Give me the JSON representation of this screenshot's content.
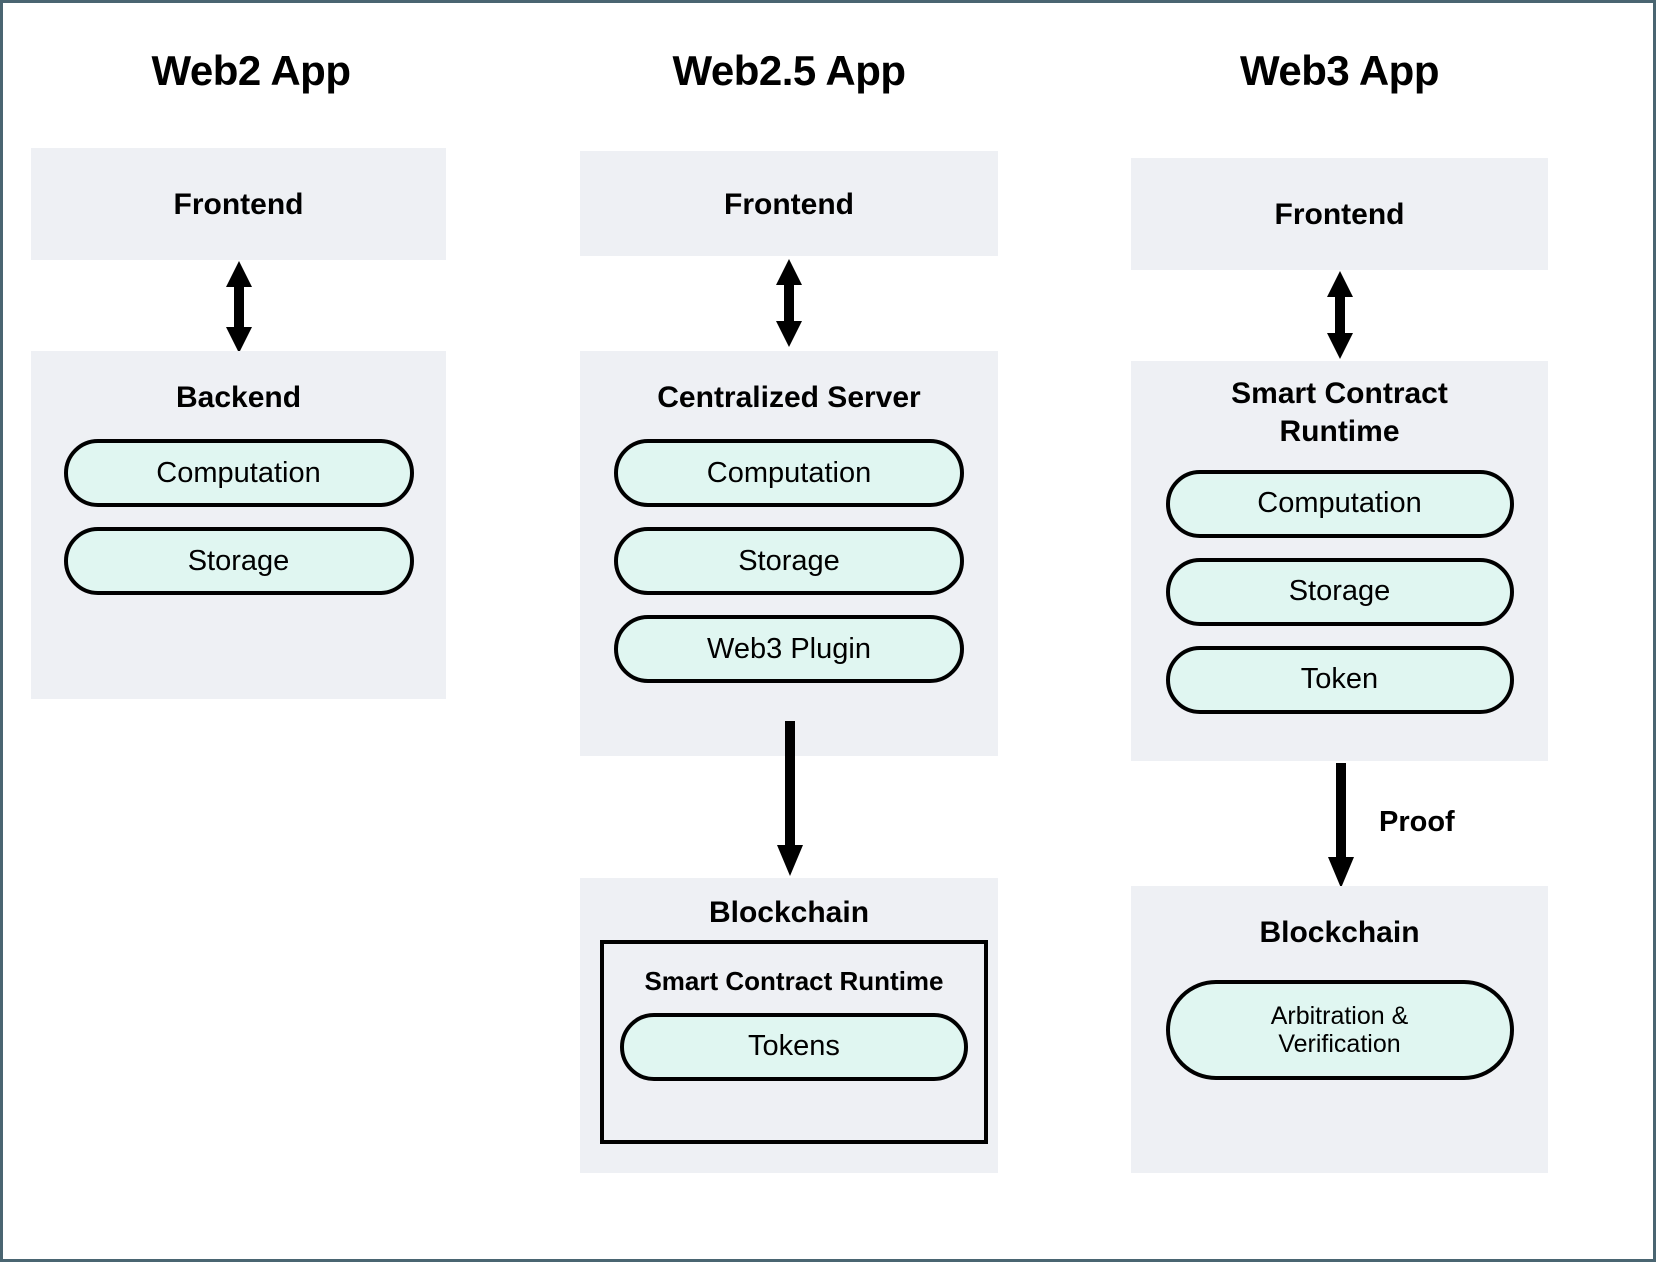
{
  "page": {
    "background": "#ffffff",
    "border_color": "#4a6571",
    "panel_color": "#eef0f4",
    "pill_fill": "#e0f6f1",
    "pill_border": "#000000"
  },
  "columns": [
    {
      "id": "web2",
      "title": "Web2 App",
      "blocks": [
        {
          "id": "frontend",
          "title": "Frontend",
          "items": []
        },
        {
          "id": "backend",
          "title": "Backend",
          "items": [
            {
              "label": "Computation"
            },
            {
              "label": "Storage"
            }
          ]
        }
      ],
      "connectors": [
        {
          "id": "frontend-backend",
          "type": "double-arrow",
          "label": ""
        }
      ]
    },
    {
      "id": "web25",
      "title": "Web2.5 App",
      "blocks": [
        {
          "id": "frontend",
          "title": "Frontend",
          "items": []
        },
        {
          "id": "centralized-server",
          "title": "Centralized Server",
          "items": [
            {
              "label": "Computation"
            },
            {
              "label": "Storage"
            },
            {
              "label": "Web3 Plugin"
            }
          ]
        },
        {
          "id": "blockchain",
          "title": "Blockchain",
          "inner": {
            "id": "smart-contract-runtime",
            "title": "Smart Contract Runtime",
            "items": [
              {
                "label": "Tokens"
              }
            ]
          }
        }
      ],
      "connectors": [
        {
          "id": "frontend-server",
          "type": "double-arrow",
          "label": ""
        },
        {
          "id": "plugin-blockchain",
          "type": "down-arrow",
          "label": ""
        }
      ]
    },
    {
      "id": "web3",
      "title": "Web3 App",
      "blocks": [
        {
          "id": "frontend",
          "title": "Frontend",
          "items": []
        },
        {
          "id": "smart-contract-runtime",
          "title": "Smart Contract\nRuntime",
          "title_line1": "Smart Contract",
          "title_line2": "Runtime",
          "items": [
            {
              "label": "Computation"
            },
            {
              "label": "Storage"
            },
            {
              "label": "Token"
            }
          ]
        },
        {
          "id": "blockchain",
          "title": "Blockchain",
          "items": [
            {
              "label_line1": "Arbitration &",
              "label_line2": "Verification"
            }
          ]
        }
      ],
      "connectors": [
        {
          "id": "frontend-runtime",
          "type": "double-arrow",
          "label": ""
        },
        {
          "id": "runtime-blockchain",
          "type": "down-arrow",
          "label": "Proof"
        }
      ]
    }
  ]
}
